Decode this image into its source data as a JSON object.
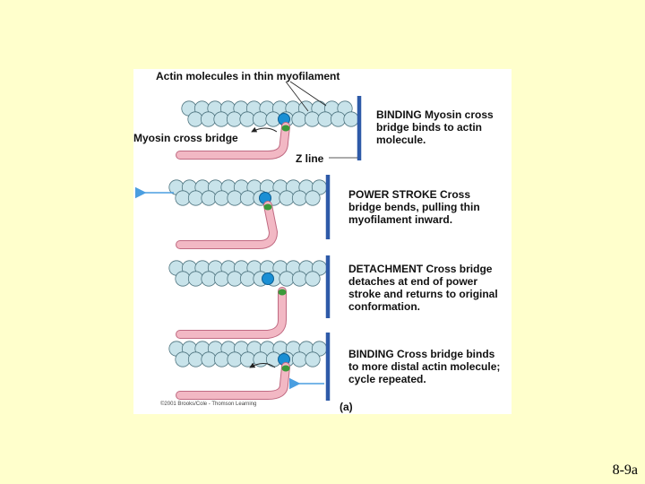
{
  "labels": {
    "actin": "Actin molecules in thin myofilament",
    "myosin": "Myosin cross bridge",
    "zline": "Z line",
    "part": "(a)",
    "copyright": "©2001 Brooks/Cole - Thomson Learning"
  },
  "steps": [
    {
      "lines": [
        "BINDING Myosin cross",
        "bridge binds to actin",
        "molecule."
      ]
    },
    {
      "lines": [
        "POWER STROKE Cross",
        "bridge bends, pulling thin",
        "myofilament inward."
      ]
    },
    {
      "lines": [
        "DETACHMENT Cross bridge",
        "detaches at end of power",
        "stroke and returns to original",
        "conformation."
      ]
    },
    {
      "lines": [
        "BINDING Cross bridge binds",
        "to more distal actin molecule;",
        "cycle repeated."
      ]
    }
  ],
  "slide_number": "8-9a",
  "colors": {
    "background": "#ffffcc",
    "actin": "#c8e3ea",
    "actin_stroke": "#4f7580",
    "myosin_head_site": "#1a8fd4",
    "zline": "#2e5aa8",
    "myosin": "#f2b8c4",
    "myosin_stroke": "#c06a82",
    "binding_tip": "#3a9a3a",
    "arrow": "#4a9ee0"
  }
}
